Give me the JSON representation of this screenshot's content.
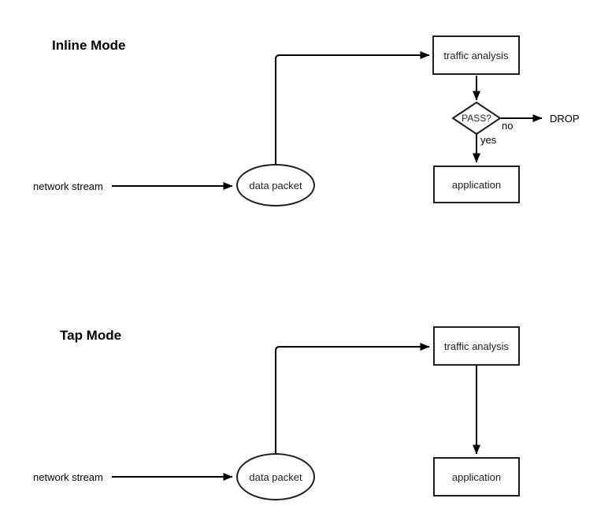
{
  "colors": {
    "background": "#ffffff",
    "shape_stroke": "#1f1f1f",
    "arrow": "#000000",
    "text": "#000000"
  },
  "inline_mode": {
    "title": "Inline Mode",
    "network_stream_label": "network stream",
    "data_packet_label": "data packet",
    "traffic_analysis_label": "traffic analysis",
    "decision_label": "PASS?",
    "edge_no_label": "no",
    "edge_yes_label": "yes",
    "drop_label": "DROP",
    "application_label": "application"
  },
  "tap_mode": {
    "title": "Tap Mode",
    "network_stream_label": "network stream",
    "data_packet_label": "data packet",
    "traffic_analysis_label": "traffic analysis",
    "application_label": "application"
  }
}
